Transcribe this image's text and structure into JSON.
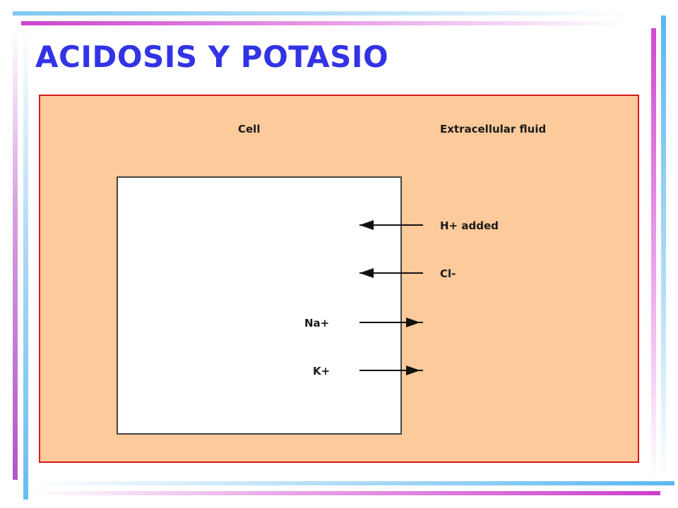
{
  "slide": {
    "title": "ACIDOSIS Y POTASIO"
  },
  "diagram": {
    "cell_label": "Cell",
    "extracellular_label": "Extracellular fluid",
    "fluxes": [
      {
        "ion": "H+ added",
        "direction": "into-cell"
      },
      {
        "ion": "Cl-",
        "direction": "into-cell"
      },
      {
        "ion": "Na+",
        "direction": "out-of-cell"
      },
      {
        "ion": "K+",
        "direction": "out-of-cell"
      }
    ]
  },
  "colors": {
    "title": "#3333e6",
    "panel_background": "#fdca9b",
    "panel_border": "#d21c1c",
    "arrow": "#111111"
  }
}
